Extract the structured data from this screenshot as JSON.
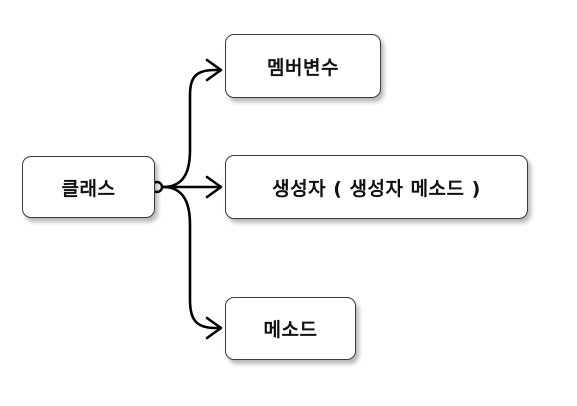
{
  "diagram": {
    "root": {
      "label": "클래스"
    },
    "children": [
      {
        "label": "멤버변수"
      },
      {
        "label": "생성자 ( 생성자 메소드 )"
      },
      {
        "label": "메소드"
      }
    ]
  },
  "colors": {
    "line": "#000000",
    "node_border": "#3a3a3a",
    "node_fill": "#ffffff",
    "text": "#111111"
  }
}
